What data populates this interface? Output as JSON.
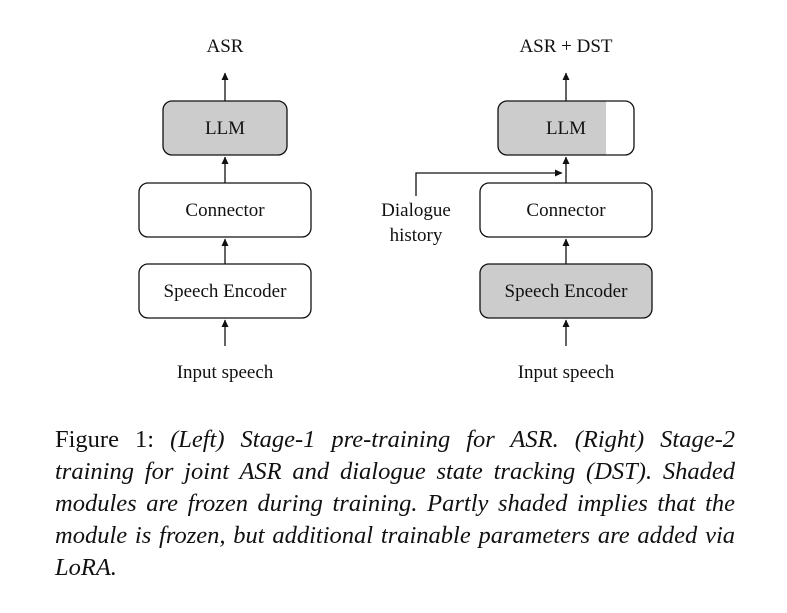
{
  "colors": {
    "frozen_fill": "#cccccc",
    "border": "#111111",
    "background": "#ffffff"
  },
  "left": {
    "output_label": "ASR",
    "llm_label": "LLM",
    "connector_label": "Connector",
    "encoder_label": "Speech Encoder",
    "input_label": "Input speech",
    "llm_state": "frozen",
    "connector_state": "trainable",
    "encoder_state": "trainable"
  },
  "right": {
    "output_label": "ASR + DST",
    "llm_label": "LLM",
    "connector_label": "Connector",
    "encoder_label": "Speech Encoder",
    "input_label": "Input speech",
    "history_label_line1": "Dialogue",
    "history_label_line2": "history",
    "llm_state": "partly-frozen",
    "connector_state": "trainable",
    "encoder_state": "frozen"
  },
  "caption": {
    "lead": "Figure 1: ",
    "text": "(Left) Stage-1 pre-training for ASR. (Right) Stage-2 training for joint ASR and dialogue state tracking (DST). Shaded modules are frozen during training. Partly shaded implies that the module is frozen, but additional trainable parameters are added via LoRA."
  }
}
